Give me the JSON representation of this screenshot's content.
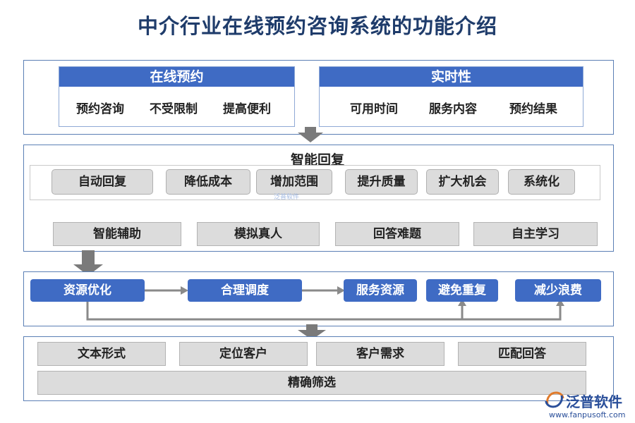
{
  "title": "中介行业在线预约咨询系统的功能介绍",
  "section1": {
    "left": {
      "header": "在线预约",
      "items": [
        "预约咨询",
        "不受限制",
        "提高便利"
      ]
    },
    "right": {
      "header": "实时性",
      "items": [
        "可用时间",
        "服务内容",
        "预约结果"
      ]
    }
  },
  "section2": {
    "title": "智能回复",
    "pills": [
      "自动回复",
      "降低成本",
      "增加范围",
      "提升质量",
      "扩大机会",
      "系统化"
    ],
    "rects": [
      "智能辅助",
      "模拟真人",
      "回答难题",
      "自主学习"
    ],
    "watermark": "泛普软件"
  },
  "section3": {
    "buttons": [
      "资源优化",
      "合理调度",
      "服务资源",
      "避免重复",
      "减少浪费"
    ]
  },
  "section4": {
    "rects": [
      "文本形式",
      "定位客户",
      "客户需求",
      "匹配回答"
    ],
    "wide": "精确筛选"
  },
  "logo": {
    "name": "泛普软件",
    "url": "www.fanpusoft.com"
  },
  "colors": {
    "blue": "#3f6bc4",
    "gray_box": "#dcdcdc",
    "arrow": "#7a7a7a",
    "title": "#1f3c6b",
    "panel_border": "#5b7fb5"
  }
}
